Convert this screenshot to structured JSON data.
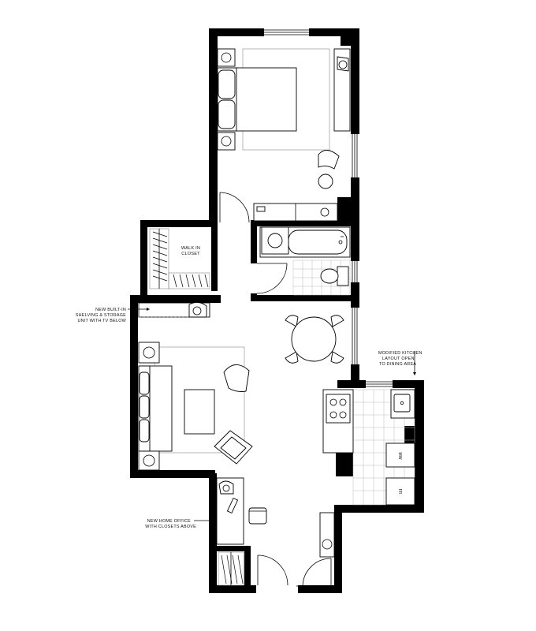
{
  "labels": {
    "walk_in_closet_line1": "WALK IN",
    "walk_in_closet_line2": "CLOSET",
    "builtin_line1": "NEW BUILT-IN",
    "builtin_line2": "SHELVING & STORAGE",
    "builtin_line3": "UNIT WITH TV BELOW",
    "kitchen_line1": "MODIFIED KITCHEN",
    "kitchen_line2": "LAYOUT OPEN",
    "kitchen_line3": "TO DINING AREA",
    "office_line1": "NEW HOME OFFICE",
    "office_line2": "WITH CLOSETS ABOVE",
    "appliance_mw": "MW",
    "appliance_fr": "FR"
  },
  "colors": {
    "wall": "#000000",
    "background": "#ffffff",
    "tile_grid": "#bbbbbb"
  }
}
